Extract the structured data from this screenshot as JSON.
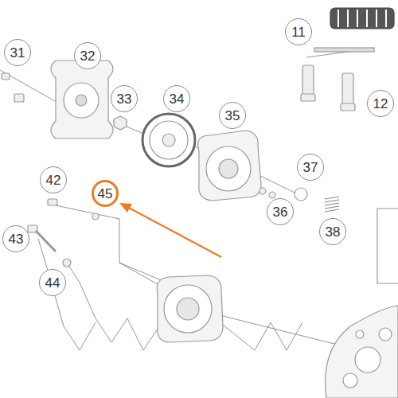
{
  "diagram": {
    "nodes": [
      {
        "text": [
          "11"
        ]
      },
      {
        "text": [
          "31"
        ]
      },
      {
        "text": [
          "32"
        ]
      },
      {
        "text": [
          "12"
        ]
      },
      {
        "text": [
          "33"
        ]
      },
      {
        "text": [
          "34"
        ]
      },
      {
        "text": [
          "35"
        ]
      },
      {
        "text": [
          "37"
        ]
      },
      {
        "text": [
          "42"
        ]
      },
      {
        "text": [
          "45"
        ]
      },
      {
        "text": [
          "36"
        ]
      },
      {
        "text": [
          "38"
        ]
      },
      {
        "text": [
          "43"
        ]
      },
      {
        "text": [
          "44"
        ]
      }
    ]
  }
}
